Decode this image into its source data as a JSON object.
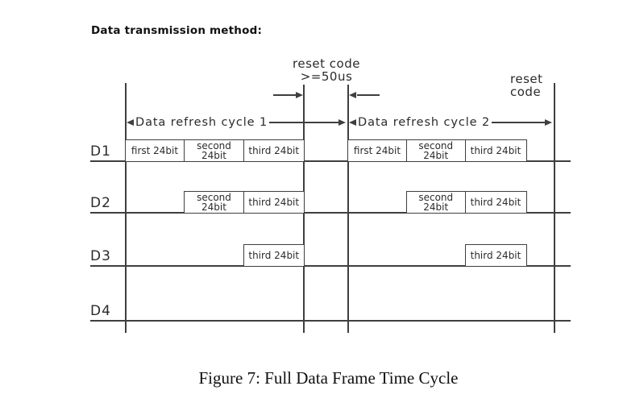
{
  "title": "Data transmission method:",
  "reset_annotation": {
    "line1": "reset code",
    "line2": ">=50us"
  },
  "reset_right": {
    "line1": "reset",
    "line2": "code"
  },
  "cycles": [
    {
      "label": "Data refresh cycle 1"
    },
    {
      "label": "Data refresh cycle 2"
    }
  ],
  "rows": [
    {
      "label": "D1",
      "blocks": [
        {
          "lines": [
            "first 24bit"
          ]
        },
        {
          "lines": [
            "second",
            "24bit"
          ]
        },
        {
          "lines": [
            "third 24bit"
          ]
        },
        {
          "lines": [
            "first 24bit"
          ]
        },
        {
          "lines": [
            "second",
            "24bit"
          ]
        },
        {
          "lines": [
            "third 24bit"
          ]
        }
      ]
    },
    {
      "label": "D2",
      "blocks": [
        {
          "lines": [
            "second",
            "24bit"
          ]
        },
        {
          "lines": [
            "third 24bit"
          ]
        },
        {
          "lines": [
            "second",
            "24bit"
          ]
        },
        {
          "lines": [
            "third 24bit"
          ]
        }
      ]
    },
    {
      "label": "D3",
      "blocks": [
        {
          "lines": [
            "third 24bit"
          ]
        },
        {
          "lines": [
            "third 24bit"
          ]
        }
      ]
    },
    {
      "label": "D4",
      "blocks": []
    }
  ],
  "caption": "Figure 7: Full Data Frame Time Cycle",
  "colors": {
    "line": "#3f3f3f",
    "text": "#2b2b2b",
    "background": "#ffffff"
  }
}
